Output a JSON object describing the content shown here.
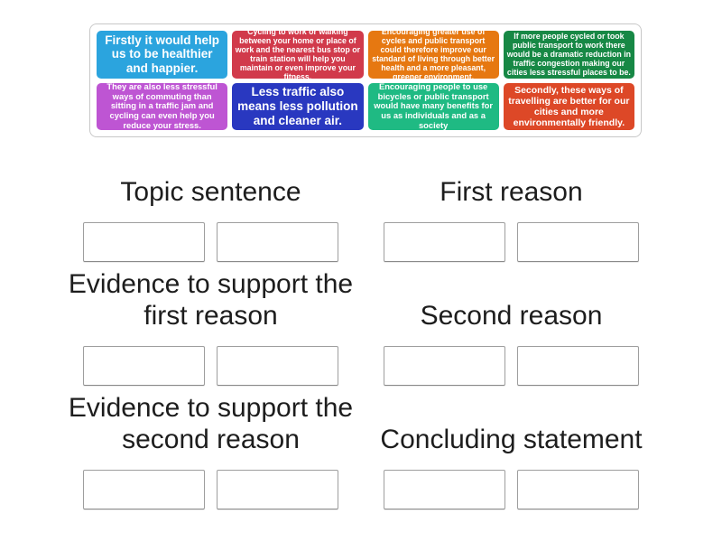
{
  "page": {
    "background_color": "#ffffff",
    "header_text_color": "#1d1d1d",
    "tray_border_color": "#c8c8c8",
    "slot_border_color": "#9e9e9e"
  },
  "tray": {
    "cards": [
      {
        "text": "Firstly it would help us to be healthier and happier.",
        "color": "#2BA4DE"
      },
      {
        "text": "Cycling to work or walking between your home or place of work and the nearest bus stop or train station will help you maintain or even improve your fitness.",
        "color": "#D13A4B"
      },
      {
        "text": "Encouraging greater use of cycles and public transport could therefore improve our standard of living through better health and a more pleasant, greener environment.",
        "color": "#E67811"
      },
      {
        "text": "If more people cycled or took public transport to work there would be a dramatic reduction in traffic congestion making our cities less stressful places to be.",
        "color": "#178845"
      },
      {
        "text": "They are also less stressful ways of commuting than sitting in a traffic jam and cycling can even help you reduce your stress.",
        "color": "#BE55D3"
      },
      {
        "text": "Less traffic also means less pollution and cleaner air.",
        "color": "#2938C0"
      },
      {
        "text": "Encouraging people to use bicycles or public transport would have many benefits for us as individuals and as a society",
        "color": "#1FBA83"
      },
      {
        "text": "Secondly, these ways of travelling are better for our cities and more environmentally friendly.",
        "color": "#DD4827"
      }
    ]
  },
  "groups": [
    {
      "label": "Topic sentence",
      "slot_count": 2
    },
    {
      "label": "First reason",
      "slot_count": 2
    },
    {
      "label": "Evidence to support the first reason",
      "slot_count": 2
    },
    {
      "label": "Second reason",
      "slot_count": 2
    },
    {
      "label": "Evidence to support the second reason",
      "slot_count": 2
    },
    {
      "label": "Concluding statement",
      "slot_count": 2
    }
  ]
}
